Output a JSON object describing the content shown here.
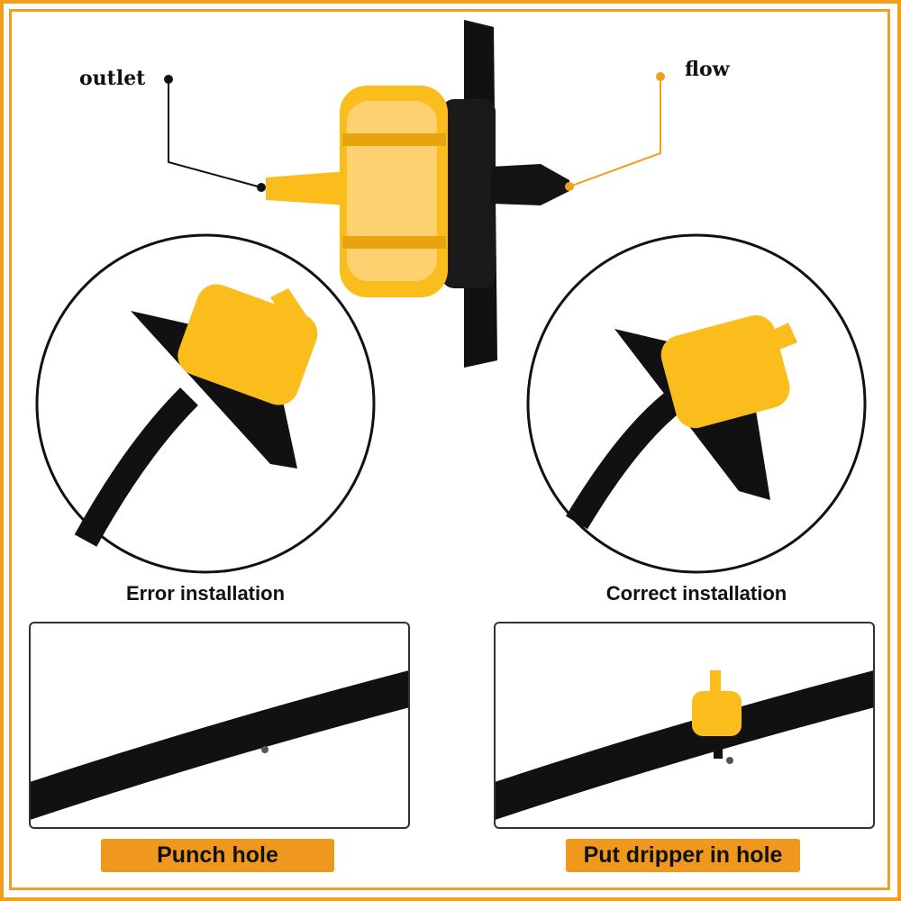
{
  "labels": {
    "outlet": "outlet",
    "flow": "flow",
    "error_installation": "Error installation",
    "correct_installation": "Correct installation",
    "punch_hole": "Punch hole",
    "put_dripper": "Put dripper in hole"
  },
  "colors": {
    "accent": "#f0a020",
    "dripper_yellow": "#fbbd1c",
    "tube_black": "#111111"
  }
}
